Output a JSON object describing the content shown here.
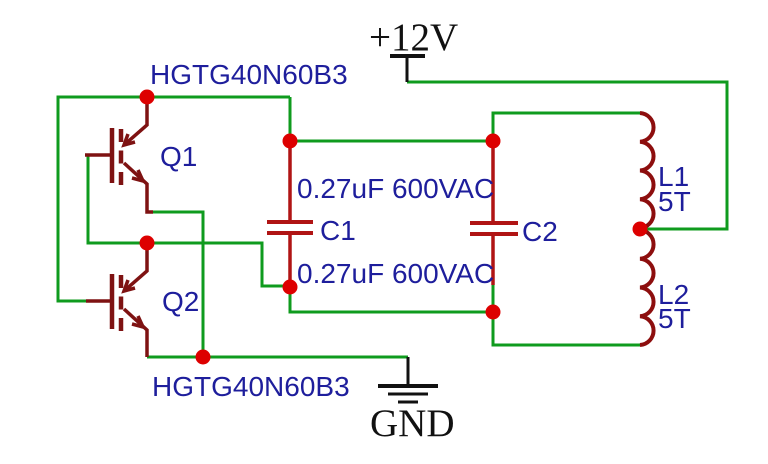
{
  "power": {
    "rail_label": "+12V",
    "ground_label": "GND"
  },
  "components": {
    "q1": {
      "ref": "Q1",
      "part": "HGTG40N60B3"
    },
    "q2": {
      "ref": "Q2",
      "part": "HGTG40N60B3"
    },
    "c1": {
      "ref": "C1",
      "value": "0.27uF 600VAC"
    },
    "c2": {
      "ref": "C2",
      "value": "0.27uF 600VAC"
    },
    "l1": {
      "ref": "L1",
      "turns": "5T"
    },
    "l2": {
      "ref": "L2",
      "turns": "5T"
    }
  },
  "colors": {
    "wire_green": "#0f9b1e",
    "junction_red": "#dd0000",
    "capacitor_red": "#b01414",
    "transistor_maroon": "#7e1212",
    "inductor_maroon": "#8d0e0e",
    "label_navy": "#1e1e9c",
    "power_black": "#111111",
    "background": "#ffffff"
  }
}
